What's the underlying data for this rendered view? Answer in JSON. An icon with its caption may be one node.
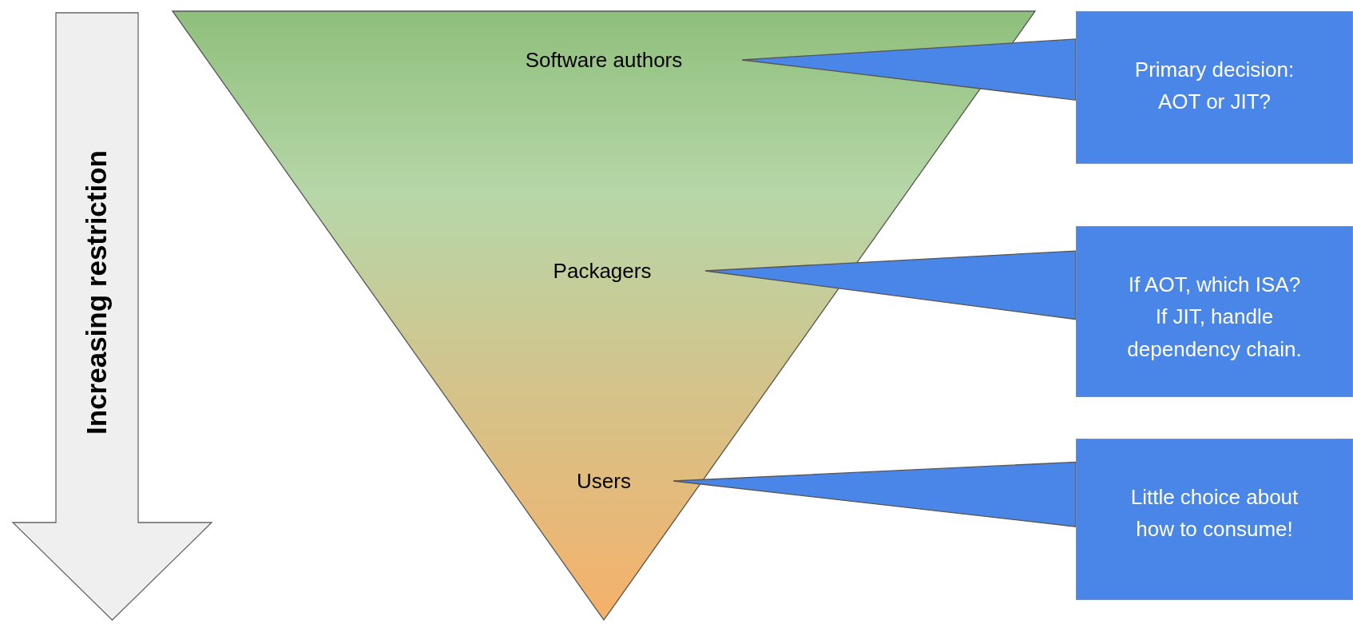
{
  "diagram": {
    "nodes": [
      {
        "text": [
          "Increasing restriction"
        ]
      },
      {
        "text": [],
        "shape": "triangle"
      },
      {
        "text": [
          "Software authors"
        ],
        "in": 1
      },
      {
        "text": [
          "Packagers"
        ],
        "in": 1
      },
      {
        "text": [
          "Users"
        ],
        "in": 1
      },
      {
        "text": [
          "Primary decision: AOT or JIT?"
        ]
      },
      {
        "text": [
          "If AOT, which ISA? If JIT, handle dependency chain."
        ]
      },
      {
        "text": [
          "Little choice about how to consume!"
        ]
      }
    ],
    "edges": [
      {
        "from": 5,
        "to": 2,
        "arrow": "none"
      },
      {
        "from": 6,
        "to": 3,
        "arrow": "none"
      },
      {
        "from": 7,
        "to": 4,
        "arrow": "none"
      }
    ]
  }
}
